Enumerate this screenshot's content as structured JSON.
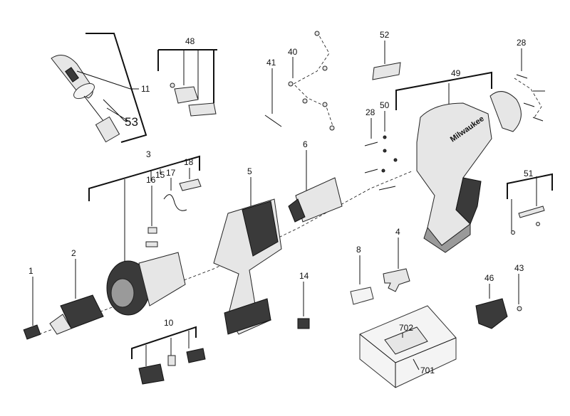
{
  "diagram": {
    "labels": {
      "p1": "1",
      "p2": "2",
      "p3": "3",
      "p4": "4",
      "p5": "5",
      "p6": "6",
      "p8": "8",
      "p10": "10",
      "p11": "11",
      "p14": "14",
      "p15": "15",
      "p16": "16",
      "p17": "17",
      "p18": "18",
      "p28a": "28",
      "p28b": "28",
      "p40": "40",
      "p41": "41",
      "p43": "43",
      "p46": "46",
      "p48": "48",
      "p49": "49",
      "p50": "50",
      "p51": "51",
      "p52": "52",
      "p53": "53",
      "p701": "701",
      "p702": "702"
    },
    "housing_text": "Milwaukee"
  }
}
